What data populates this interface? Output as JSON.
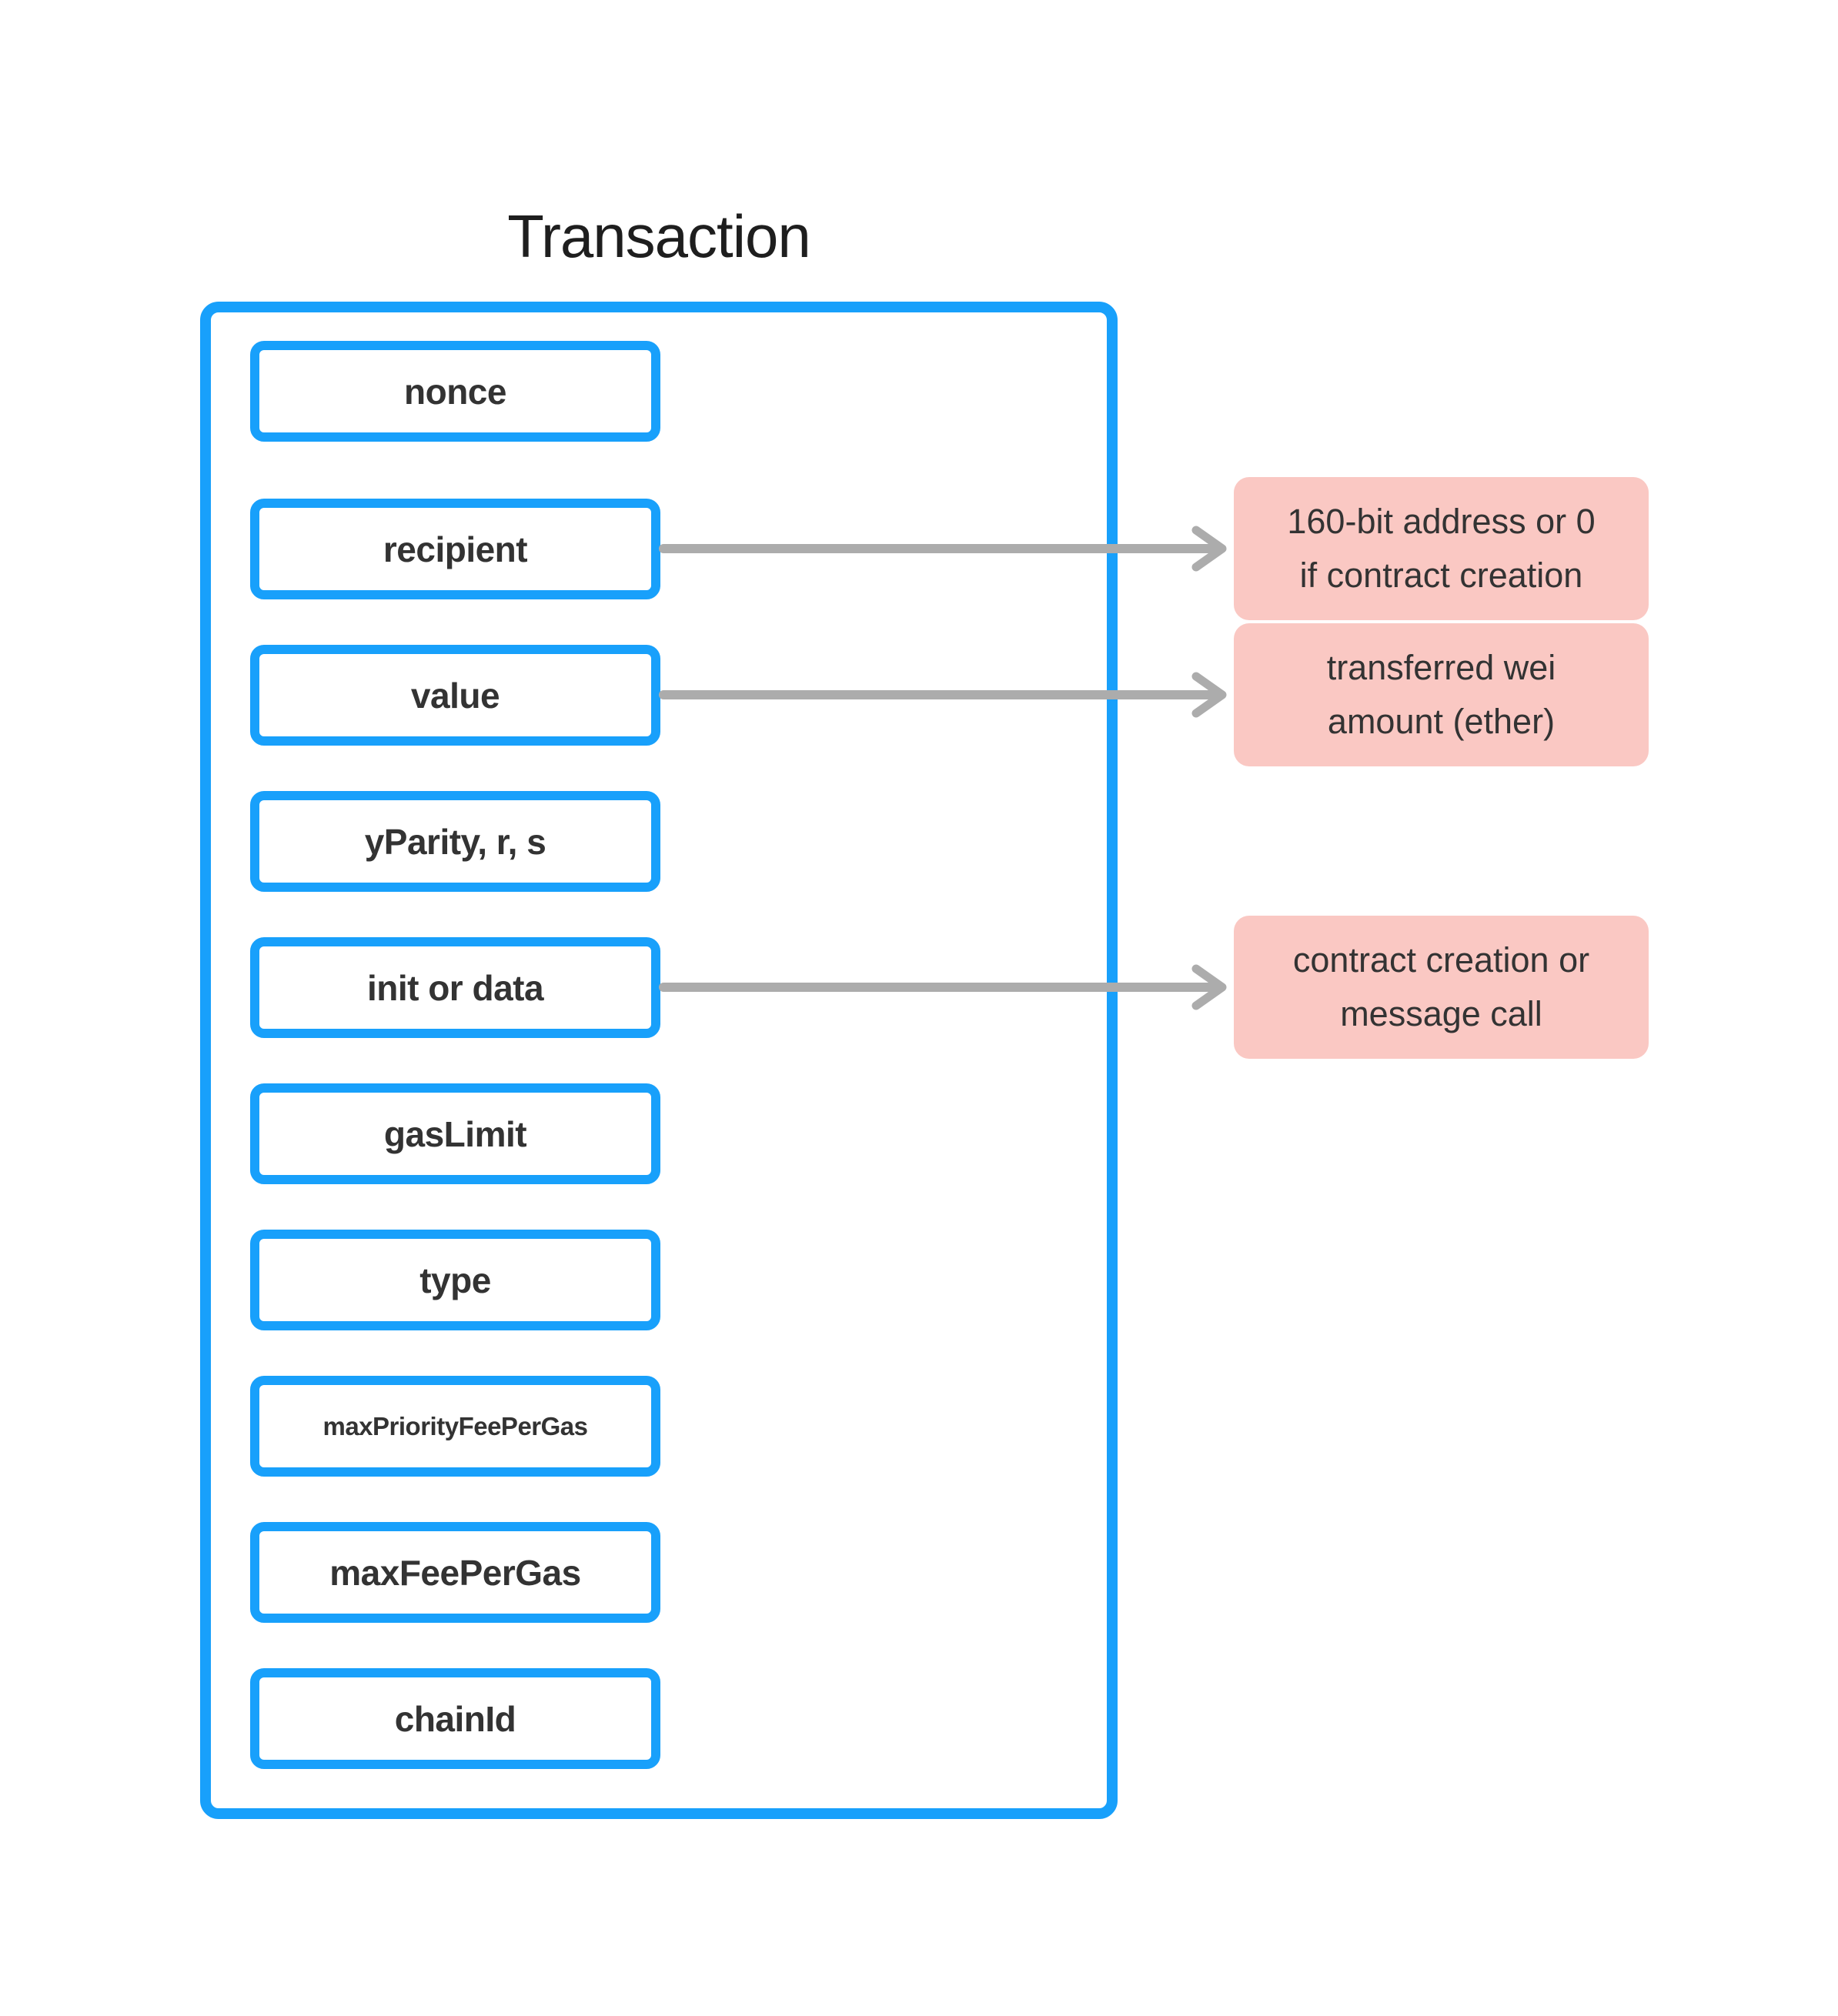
{
  "title": "Transaction",
  "colors": {
    "box_border_blue": "#18A0FB",
    "annotation_pink": "#FAC8C3",
    "arrow_gray": "#ACACAC",
    "text_dark": "#333333"
  },
  "fields": [
    {
      "label": "nonce"
    },
    {
      "label": "recipient",
      "annotation": {
        "lines": [
          "160-bit address or 0",
          "if contract creation"
        ]
      }
    },
    {
      "label": "value",
      "annotation": {
        "lines": [
          "transferred wei",
          "amount (ether)"
        ]
      }
    },
    {
      "label": "yParity, r, s"
    },
    {
      "label": "init or data",
      "annotation": {
        "lines": [
          "contract creation or",
          "message call"
        ]
      }
    },
    {
      "label": "gasLimit"
    },
    {
      "label": "type"
    },
    {
      "label": "maxPriorityFeePerGas"
    },
    {
      "label": "maxFeePerGas"
    },
    {
      "label": "chainId"
    }
  ]
}
